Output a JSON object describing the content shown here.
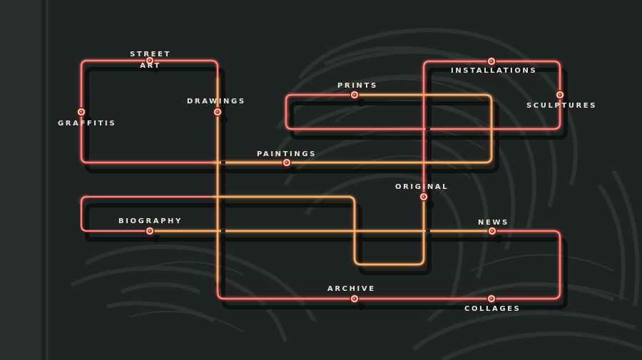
{
  "colors": {
    "background": "#1f2322",
    "left_band": "#2a2e2a",
    "route_red": "#e4453f",
    "route_red_glow": "#ffd7cf",
    "route_orange": "#e88a3c",
    "route_orange_glow": "#ffe0bf",
    "node_fill": "#f1dcc8",
    "node_core": "#c3261d",
    "label_text": "#e9e5dc"
  },
  "stations": {
    "street_art": {
      "line1": "STREET",
      "line2": "ART"
    },
    "graffitis": {
      "label": "GRAFFITIS"
    },
    "drawings": {
      "label": "DRAWINGS"
    },
    "paintings": {
      "label": "PAINTINGS"
    },
    "prints": {
      "label": "PRINTS"
    },
    "installations": {
      "label": "INSTALLATIONS"
    },
    "sculptures": {
      "label": "SCULPTURES"
    },
    "original": {
      "label": "ORIGINAL"
    },
    "biography": {
      "label": "BIOGRAPHY"
    },
    "news": {
      "label": "NEWS"
    },
    "archive": {
      "label": "ARCHIVE"
    },
    "collages": {
      "label": "COLLAGES"
    }
  }
}
